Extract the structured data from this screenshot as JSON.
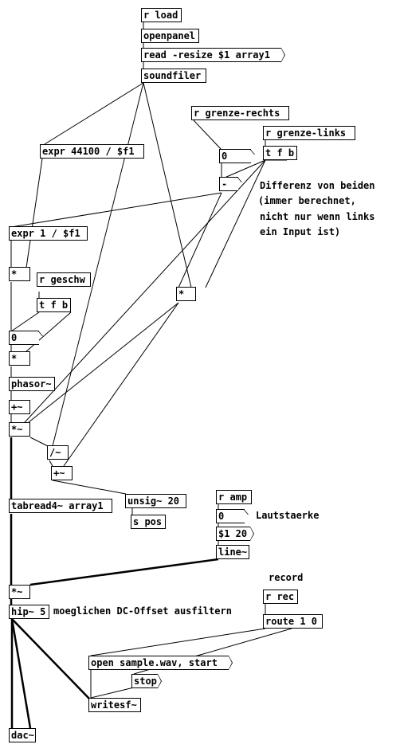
{
  "patch": {
    "objects": {
      "r_load": "r load",
      "openpanel": "openpanel",
      "read_msg": "read -resize $1 array1",
      "soundfiler": "soundfiler",
      "r_grenze_rechts": "r grenze-rechts",
      "r_grenze_links": "r grenze-links",
      "num_rechts": "0",
      "tfb_top": "t f b",
      "expr_sr": "expr 44100 / $f1",
      "minus": "-",
      "expr_inv": "expr 1 / $f1",
      "mul1": "*",
      "r_geschw": "r geschw",
      "tfb_mid": "t f b",
      "num_geschw": "0",
      "mul2": "*",
      "mul3": "*",
      "phasor": "phasor~",
      "plus_sig": "+~",
      "mul_sig": "*~",
      "div_sig": "/~",
      "plus_sig2": "+~",
      "unsig": "unsig~ 20",
      "s_pos": "s pos",
      "tabread": "tabread4~ array1",
      "r_amp": "r amp",
      "num_amp": "0",
      "amp_msg": "$1 20",
      "line_sig": "line~",
      "mul_out": "*~",
      "hip": "hip~ 5",
      "r_rec": "r rec",
      "route": "route 1 0",
      "open_msg": "open sample.wav, start",
      "stop_msg": "stop",
      "writesf": "writesf~",
      "dac": "dac~"
    },
    "comments": {
      "differenz_1": "Differenz von beiden",
      "differenz_2": "(immer berechnet,",
      "differenz_3": "nicht nur wenn links",
      "differenz_4": "ein Input ist)",
      "lautstaerke": "Lautstaerke",
      "record": "record",
      "dc_offset": "moeglichen DC-Offset ausfiltern"
    }
  }
}
